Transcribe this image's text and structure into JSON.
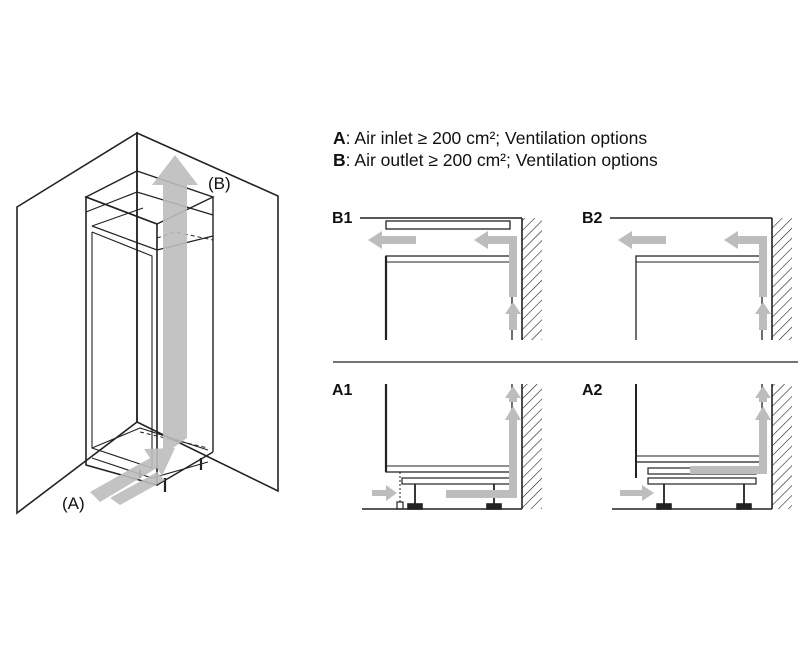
{
  "legend": {
    "a_key": "A",
    "a_text": ": Air inlet ≥ 200 cm²; Ventilation options",
    "b_key": "B",
    "b_text": ": Air outlet ≥ 200 cm²; Ventilation options"
  },
  "labels": {
    "inlet": "(A)",
    "outlet": "(B)",
    "b1": "B1",
    "b2": "B2",
    "a1": "A1",
    "a2": "A2"
  },
  "colors": {
    "line": "#222222",
    "arrow": "#bdbdbd"
  }
}
